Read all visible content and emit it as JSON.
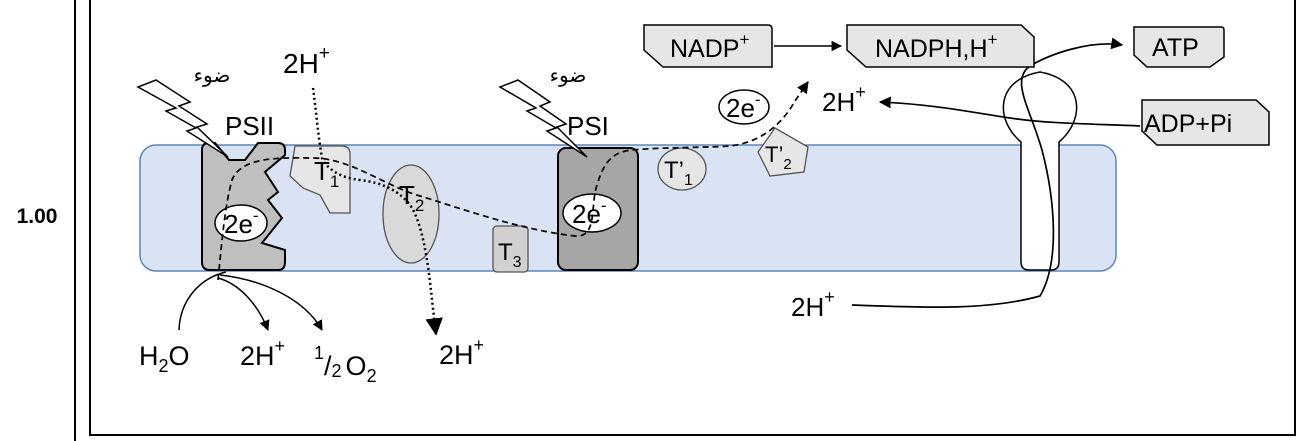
{
  "score": "1.00",
  "light_left": "ضوء",
  "light_right": "ضوء",
  "psii_label": "PSII",
  "psi_label": "PSI",
  "h2_top": "2H",
  "plus": "+",
  "minus": "-",
  "electrons": "2e",
  "t1": "T",
  "t1_sub": "1",
  "t2": "T",
  "t2_sub": "2",
  "t3": "T",
  "t3_sub": "3",
  "tp1": "T’",
  "tp1_sub": "1",
  "tp2": "T’",
  "tp2_sub": "2",
  "nadp": "NADP",
  "nadph": "NADPH,H",
  "atp": "ATP",
  "adp": "ADP+Pi",
  "h2_near_nadph": "2H",
  "h2_bottom_right": "2H",
  "h2o_h": "H",
  "h2o_sub": "2",
  "h2o_o": "O",
  "h2_water": "2H",
  "half_num": "1",
  "half_den": "2",
  "o2_o": "O",
  "o2_sub": "2",
  "h2_lumen": "2H"
}
